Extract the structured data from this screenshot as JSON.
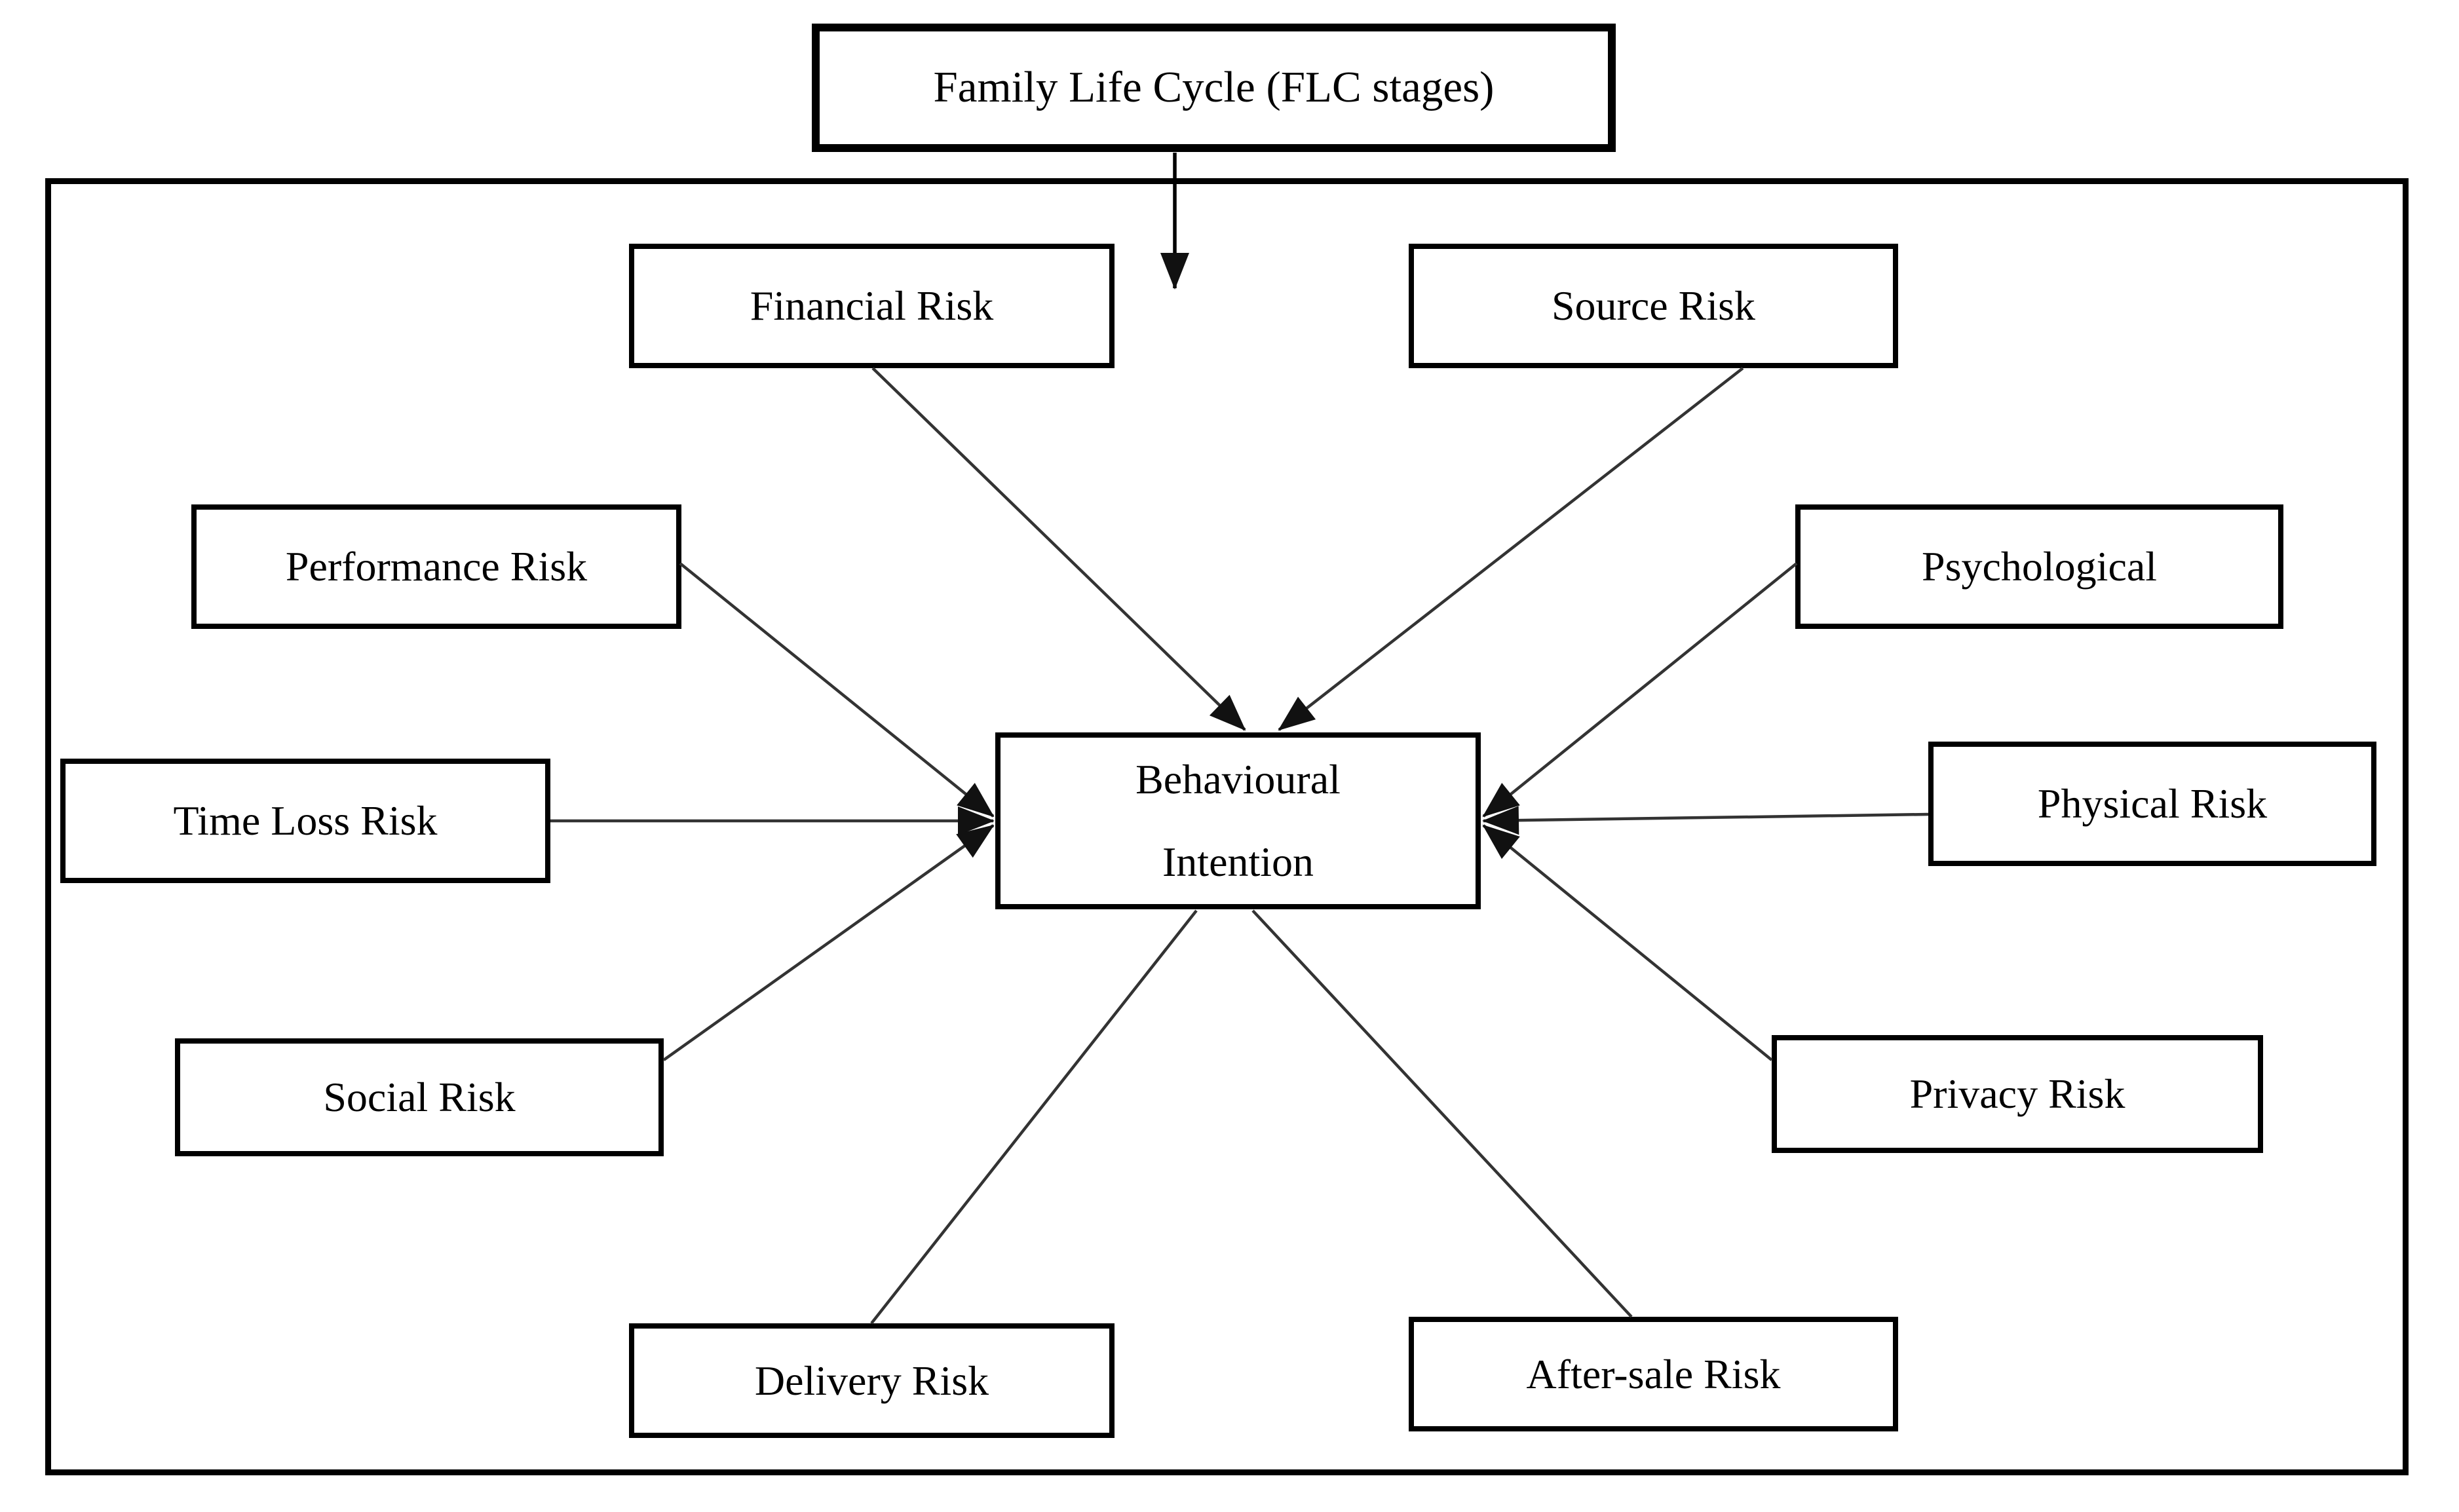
{
  "diagram": {
    "colors": {
      "background": "#ffffff",
      "border_color": "#000000",
      "line_color": "#333333",
      "arrow_color": "#111111",
      "text_color": "#000000"
    },
    "top_node": {
      "label": "Family Life Cycle (FLC stages)"
    },
    "center_node": {
      "line1": "Behavioural",
      "line2": "Intention"
    },
    "nodes": {
      "financial": {
        "label": "Financial Risk"
      },
      "source": {
        "label": "Source Risk"
      },
      "performance": {
        "label": "Performance Risk"
      },
      "psychological": {
        "label": "Psychological"
      },
      "time_loss": {
        "label": "Time Loss Risk"
      },
      "physical": {
        "label": "Physical Risk"
      },
      "social": {
        "label": "Social Risk"
      },
      "privacy": {
        "label": "Privacy Risk"
      },
      "delivery": {
        "label": "Delivery Risk"
      },
      "after_sale": {
        "label": "After-sale Risk"
      }
    },
    "edges": [
      {
        "from": "Family Life Cycle (FLC stages)",
        "to": "model frame",
        "arrowhead": true
      },
      {
        "from": "Financial Risk",
        "to": "Behavioural Intention",
        "arrowhead": true
      },
      {
        "from": "Source Risk",
        "to": "Behavioural Intention",
        "arrowhead": true
      },
      {
        "from": "Performance Risk",
        "to": "Behavioural Intention",
        "arrowhead": true
      },
      {
        "from": "Time Loss Risk",
        "to": "Behavioural Intention",
        "arrowhead": true
      },
      {
        "from": "Social Risk",
        "to": "Behavioural Intention",
        "arrowhead": true
      },
      {
        "from": "Psychological",
        "to": "Behavioural Intention",
        "arrowhead": true
      },
      {
        "from": "Physical Risk",
        "to": "Behavioural Intention",
        "arrowhead": true
      },
      {
        "from": "Privacy Risk",
        "to": "Behavioural Intention",
        "arrowhead": true
      },
      {
        "from": "Behavioural Intention",
        "to": "Delivery Risk",
        "arrowhead": false
      },
      {
        "from": "Behavioural Intention",
        "to": "After-sale Risk",
        "arrowhead": false
      }
    ]
  }
}
